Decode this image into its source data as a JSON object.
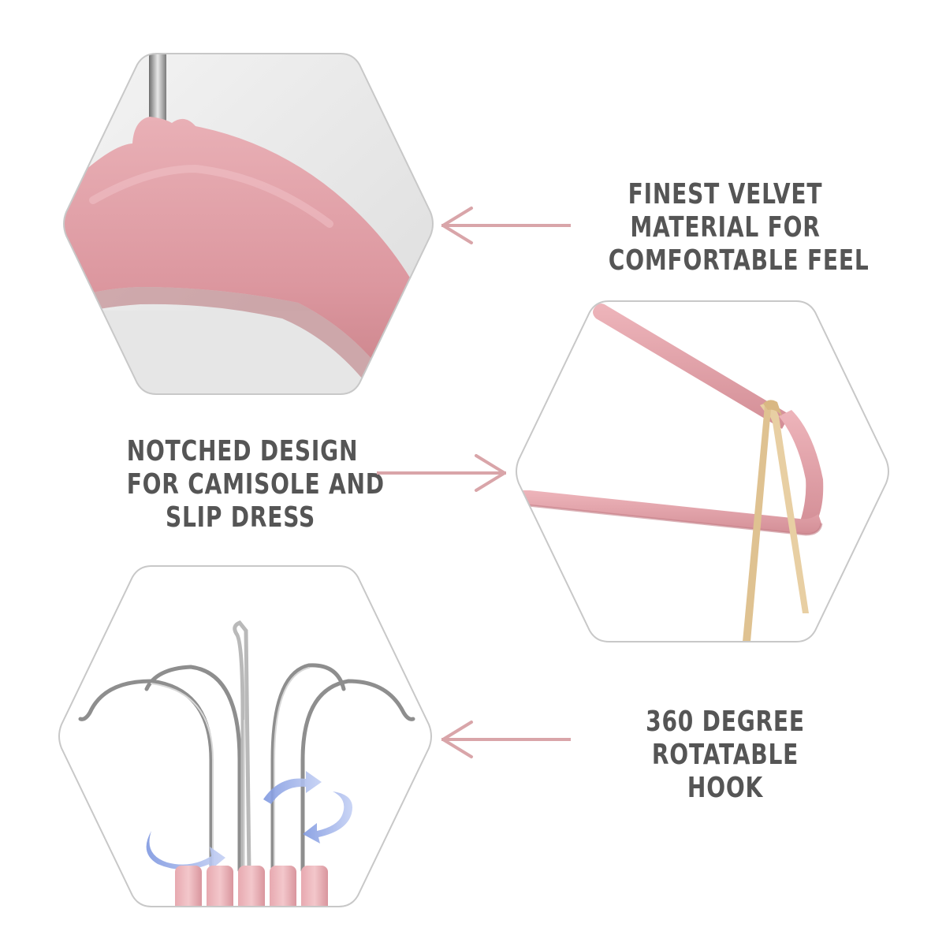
{
  "colors": {
    "caption_text": "#555555",
    "arrow": "#d9a5a9",
    "hex_border": "#c8c8c8",
    "velvet_pink": "#e3a1a8",
    "velvet_pink_dark": "#c98289",
    "ribbon": "#e8cfa3",
    "chrome": "#a9a9a9",
    "rotation_arrow": "#9aaee8"
  },
  "features": [
    {
      "lines": [
        "FINEST VELVET",
        "MATERIAL FOR",
        "COMFORTABLE FEEL"
      ],
      "image_icon": "velvet-closeup-image",
      "arrow_direction": "left"
    },
    {
      "lines": [
        "NOTCHED DESIGN",
        "FOR CAMISOLE AND",
        "SLIP DRESS"
      ],
      "image_icon": "notch-strap-image",
      "arrow_direction": "right"
    },
    {
      "lines": [
        "360 DEGREE",
        "ROTATABLE",
        "HOOK"
      ],
      "image_icon": "rotating-hooks-image",
      "arrow_direction": "left"
    }
  ]
}
